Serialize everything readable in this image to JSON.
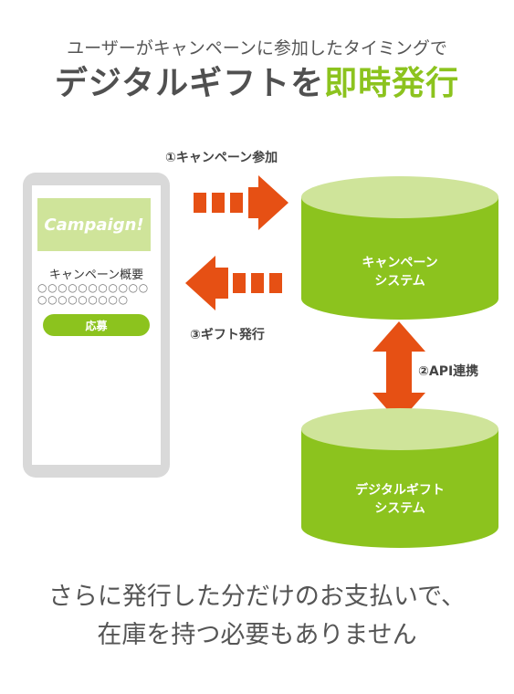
{
  "header": {
    "subtitle": "ユーザーがキャンペーンに参加したタイミングで",
    "headline_part1": "デジタルギフトを",
    "headline_part2": "即時発行"
  },
  "labels": {
    "step1": "①キャンペーン参加",
    "step2": "②API連携",
    "step3": "③ギフト発行"
  },
  "phone": {
    "banner": "Campaign!",
    "overview": "キャンペーン概要",
    "circles": "○○○○○○○○○○○○○○○○○○○○",
    "apply_button": "応募"
  },
  "campaign_system": {
    "line1": "キャンペーン",
    "line2": "システム"
  },
  "gift_system": {
    "line1": "デジタルギフト",
    "line2": "システム"
  },
  "footer": {
    "line1": "さらに発行した分だけのお支払いで、",
    "line2": "在庫を持つ必要もありません"
  },
  "colors": {
    "green": "#8cc31e",
    "green_light": "#cfe49a",
    "orange": "#e65014",
    "gray": "#d9d9d9"
  }
}
